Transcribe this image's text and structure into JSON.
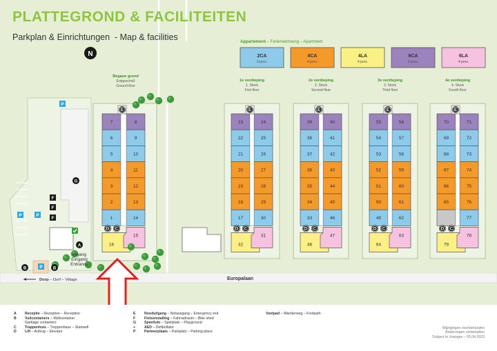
{
  "header": {
    "title": "PLATTEGROND & FACILITEITEN",
    "subtitle": "Parkplan & Einrichtungen  - Map & facilities",
    "north": "N"
  },
  "apartment_legend": {
    "heading": "Appartement",
    "heading_rest": " – Ferienwohnung – Apartment",
    "types": [
      {
        "code": "2CA",
        "pers": "2-pers.",
        "color": "#8ecbea"
      },
      {
        "code": "4CA",
        "pers": "4-pers.",
        "color": "#f39a2b"
      },
      {
        "code": "4LA",
        "pers": "4-pers.",
        "color": "#fbf085"
      },
      {
        "code": "6CA",
        "pers": "6-pers.",
        "color": "#9b83bd"
      },
      {
        "code": "6LA",
        "pers": "4-pers.",
        "color": "#f6c2df"
      }
    ]
  },
  "colors": {
    "grass": "#e6efd6",
    "green_title": "#8cc63f",
    "blue": "#8ecbea",
    "orange": "#f39a2b",
    "yellow": "#fbf085",
    "purple": "#9b83bd",
    "pink": "#f6c2df",
    "grey": "#c8c8c8",
    "tree": "#3c9a3c",
    "red": "#e02020",
    "road": "#f2f2f2"
  },
  "floors": [
    {
      "title": [
        "Begane grond",
        "Erdgeschoß",
        "Ground floor"
      ],
      "top": [
        {
          "n": "7",
          "c": "purple"
        },
        {
          "n": "6",
          "c": "blue"
        },
        {
          "n": "5",
          "c": "blue"
        },
        {
          "n": "4",
          "c": "orange"
        },
        {
          "n": "3",
          "c": "orange"
        },
        {
          "n": "2",
          "c": "orange"
        },
        {
          "n": "1",
          "c": "blue"
        }
      ],
      "right": [
        {
          "n": "8",
          "c": "purple"
        },
        {
          "n": "9",
          "c": "blue"
        },
        {
          "n": "10",
          "c": "blue"
        },
        {
          "n": "11",
          "c": "orange"
        },
        {
          "n": "12",
          "c": "orange"
        },
        {
          "n": "13",
          "c": "orange"
        },
        {
          "n": "14",
          "c": "blue"
        }
      ],
      "left_bottom": {
        "n": "16",
        "c": "yellow"
      },
      "right_bottom": {
        "n": "15",
        "c": "pink"
      }
    },
    {
      "title": [
        "1e verdieping",
        "1. Stock",
        "First floor"
      ],
      "top": [
        {
          "n": "23",
          "c": "purple"
        },
        {
          "n": "22",
          "c": "blue"
        },
        {
          "n": "21",
          "c": "blue"
        },
        {
          "n": "20",
          "c": "orange"
        },
        {
          "n": "19",
          "c": "orange"
        },
        {
          "n": "18",
          "c": "orange"
        },
        {
          "n": "17",
          "c": "blue"
        }
      ],
      "right": [
        {
          "n": "24",
          "c": "purple"
        },
        {
          "n": "25",
          "c": "blue"
        },
        {
          "n": "26",
          "c": "blue"
        },
        {
          "n": "27",
          "c": "orange"
        },
        {
          "n": "28",
          "c": "orange"
        },
        {
          "n": "29",
          "c": "orange"
        },
        {
          "n": "30",
          "c": "blue"
        }
      ],
      "left_bottom": {
        "n": "32",
        "c": "yellow"
      },
      "right_bottom": {
        "n": "31",
        "c": "pink"
      }
    },
    {
      "title": [
        "2e verdieping",
        "2. Stock",
        "Second floor"
      ],
      "top": [
        {
          "n": "39",
          "c": "purple"
        },
        {
          "n": "38",
          "c": "blue"
        },
        {
          "n": "37",
          "c": "blue"
        },
        {
          "n": "36",
          "c": "orange"
        },
        {
          "n": "35",
          "c": "orange"
        },
        {
          "n": "34",
          "c": "orange"
        },
        {
          "n": "33",
          "c": "blue"
        }
      ],
      "right": [
        {
          "n": "40",
          "c": "purple"
        },
        {
          "n": "41",
          "c": "blue"
        },
        {
          "n": "42",
          "c": "blue"
        },
        {
          "n": "43",
          "c": "orange"
        },
        {
          "n": "44",
          "c": "orange"
        },
        {
          "n": "45",
          "c": "orange"
        },
        {
          "n": "46",
          "c": "blue"
        }
      ],
      "left_bottom": {
        "n": "48",
        "c": "yellow"
      },
      "right_bottom": {
        "n": "47",
        "c": "pink"
      }
    },
    {
      "title": [
        "3e verdieping",
        "3. Stock",
        "Third floor"
      ],
      "top": [
        {
          "n": "55",
          "c": "purple"
        },
        {
          "n": "54",
          "c": "blue"
        },
        {
          "n": "53",
          "c": "blue"
        },
        {
          "n": "52",
          "c": "orange"
        },
        {
          "n": "51",
          "c": "orange"
        },
        {
          "n": "50",
          "c": "orange"
        },
        {
          "n": "49",
          "c": "blue"
        }
      ],
      "right": [
        {
          "n": "56",
          "c": "purple"
        },
        {
          "n": "57",
          "c": "blue"
        },
        {
          "n": "58",
          "c": "blue"
        },
        {
          "n": "59",
          "c": "orange"
        },
        {
          "n": "60",
          "c": "orange"
        },
        {
          "n": "61",
          "c": "orange"
        },
        {
          "n": "62",
          "c": "blue"
        }
      ],
      "left_bottom": {
        "n": "64",
        "c": "yellow"
      },
      "right_bottom": {
        "n": "63",
        "c": "pink"
      }
    },
    {
      "title": [
        "4e verdieping",
        "4. Stock",
        "Fourth floor"
      ],
      "top": [
        {
          "n": "70",
          "c": "purple"
        },
        {
          "n": "69",
          "c": "blue"
        },
        {
          "n": "68",
          "c": "blue"
        },
        {
          "n": "67",
          "c": "orange"
        },
        {
          "n": "66",
          "c": "orange"
        },
        {
          "n": "65",
          "c": "orange"
        },
        {
          "n": "",
          "c": "grey"
        }
      ],
      "right": [
        {
          "n": "71",
          "c": "purple"
        },
        {
          "n": "72",
          "c": "blue"
        },
        {
          "n": "73",
          "c": "blue"
        },
        {
          "n": "74",
          "c": "orange"
        },
        {
          "n": "75",
          "c": "orange"
        },
        {
          "n": "76",
          "c": "orange"
        },
        {
          "n": "77",
          "c": "blue"
        }
      ],
      "left_bottom": {
        "n": "79",
        "c": "yellow"
      },
      "right_bottom": {
        "n": "78",
        "c": "pink"
      }
    }
  ],
  "labels": {
    "elevator": "E",
    "lift_d": "D",
    "stair_c": "C",
    "entrance": [
      "Ingang",
      "Eingang",
      "Entrance"
    ],
    "road": "Europalaan",
    "village": "Dorp",
    "village_rest": " – Dorf – Village",
    "marker_a": "A",
    "marker_b": "B",
    "marker_g": "G",
    "marker_f": "F",
    "marker_p": "P"
  },
  "legend": {
    "col1": [
      {
        "k": "A",
        "b": "Receptie",
        "r": " – Rezeption – Reception"
      },
      {
        "k": "B",
        "b": "Vuilcontainers",
        "r": " – Müllcontainer"
      },
      {
        "k": "",
        "b": "",
        "r": "Garbage containers"
      },
      {
        "k": "C",
        "b": "Trappenhuis",
        "r": " – Treppenhaus – Stairwell"
      },
      {
        "k": "D",
        "b": "Lift",
        "r": " – Aufzug – Elevator"
      }
    ],
    "col2": [
      {
        "k": "E",
        "b": "Nooduitgang",
        "r": " – Notausgang – Emergency exit"
      },
      {
        "k": "F",
        "b": "Fietsenstalling",
        "r": " – Fahrradraum – Bike shed"
      },
      {
        "k": "G",
        "b": "Speeltuin",
        "r": " – Spielplatz – Playground"
      },
      {
        "k": "+",
        "b": "AED",
        "r": " – Defibrillator"
      },
      {
        "k": "P",
        "b": "Parkeerplaats",
        "r": " – Parkplatz – Parking place"
      }
    ],
    "col3": [
      {
        "b": "Voetpad",
        "r": " – Wanderweg – Footpath"
      }
    ],
    "notice": [
      "Wijzigingen voorbehouden",
      "Änderungen vorbehalten",
      "Subject to changes – 05.04.2023"
    ]
  }
}
